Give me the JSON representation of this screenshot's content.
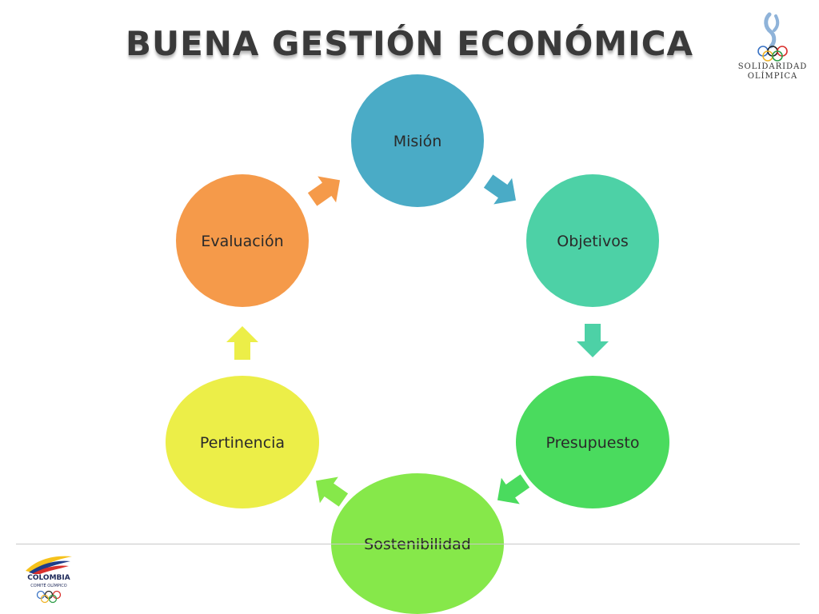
{
  "slide": {
    "title": "BUENA GESTIÓN ECONÓMICA"
  },
  "logos": {
    "solidaridad_line1": "SOLIDARIDAD",
    "solidaridad_line2": "OLÍMPICA",
    "colombia_line1": "COLOMBIA",
    "colombia_line2": "COMITÉ OLÍMPICO"
  },
  "diagram": {
    "nodes": [
      {
        "label": "Misión",
        "color": "#4aabc6"
      },
      {
        "label": "Objetivos",
        "color": "#4dd1a6"
      },
      {
        "label": "Presupuesto",
        "color": "#4adb5e"
      },
      {
        "label": "Sostenibilidad",
        "color": "#86e84a"
      },
      {
        "label": "Pertinencia",
        "color": "#ecee48"
      },
      {
        "label": "Evaluación",
        "color": "#f59a4a"
      }
    ],
    "arrow_colors": [
      "#4aabc6",
      "#4dd1a6",
      "#4adb5e",
      "#86e84a",
      "#ecee48",
      "#f59a4a"
    ]
  }
}
